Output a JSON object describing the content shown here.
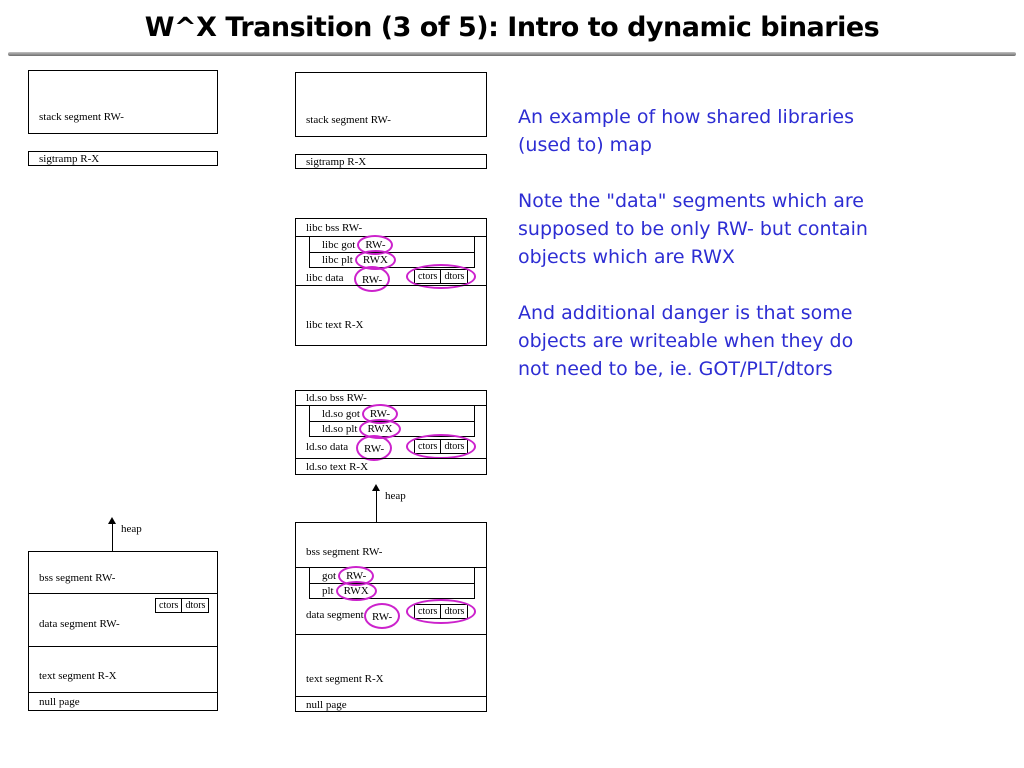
{
  "slide": {
    "title": "W^X Transition (3 of 5): Intro to dynamic binaries"
  },
  "colors": {
    "note_text": "#2d2dd3",
    "highlight_ellipse": "#cc22cc",
    "diagram_border": "#000000"
  },
  "notes": {
    "para1": "An example of how shared libraries (used to) map",
    "para2": "Note the \"data\" segments which are supposed to be only RW- but contain objects which are RWX",
    "para3": "And additional danger is that some objects are writeable when they do not need to be, ie. GOT/PLT/dtors"
  },
  "static_map": {
    "stack": "stack segment RW-",
    "sigtramp": "sigtramp R-X",
    "heap": "heap",
    "bss": "bss segment RW-",
    "ctors": "ctors",
    "dtors": "dtors",
    "data": "data segment RW-",
    "text": "text segment R-X",
    "null_page": "null page"
  },
  "dynamic_map": {
    "stack": "stack segment RW-",
    "sigtramp": "sigtramp R-X",
    "heap": "heap",
    "libc": {
      "bss": "libc bss RW-",
      "got": "libc got",
      "got_perm": "RW-",
      "plt": "libc plt",
      "plt_perm": "RWX",
      "data": "libc data",
      "data_perm": "RW-",
      "ctors": "ctors",
      "dtors": "dtors",
      "text": "libc text R-X"
    },
    "ldso": {
      "bss": "ld.so bss RW-",
      "got": "ld.so got",
      "got_perm": "RW-",
      "plt": "ld.so plt",
      "plt_perm": "RWX",
      "data": "ld.so data",
      "data_perm": "RW-",
      "ctors": "ctors",
      "dtors": "dtors",
      "text": "ld.so text R-X"
    },
    "exe": {
      "bss": "bss segment RW-",
      "got": "got",
      "got_perm": "RW-",
      "plt": "plt",
      "plt_perm": "RWX",
      "data": "data segment",
      "data_perm": "RW-",
      "ctors": "ctors",
      "dtors": "dtors",
      "text": "text segment R-X",
      "null_page": "null page"
    }
  }
}
